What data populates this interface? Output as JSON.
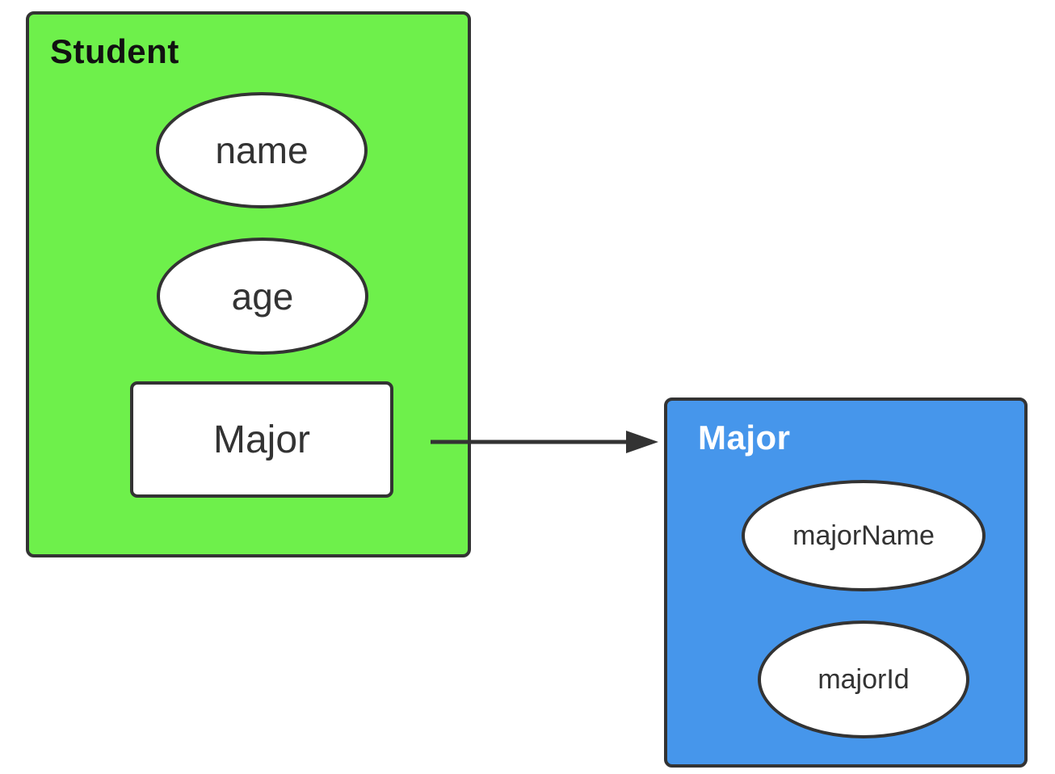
{
  "canvas": {
    "background": "#ffffff"
  },
  "entities": {
    "student": {
      "title": "Student",
      "fill": "#6ef04b",
      "border": "#333333",
      "title_color": "#111111",
      "attributes": [
        {
          "label": "name"
        },
        {
          "label": "age"
        }
      ],
      "reference": {
        "label": "Major"
      }
    },
    "major": {
      "title": "Major",
      "fill": "#4696eb",
      "border": "#333333",
      "title_color": "#ffffff",
      "attributes": [
        {
          "label": "majorName"
        },
        {
          "label": "majorId"
        }
      ]
    }
  },
  "connector": {
    "type": "arrow",
    "direction": "right",
    "color": "#333333"
  }
}
